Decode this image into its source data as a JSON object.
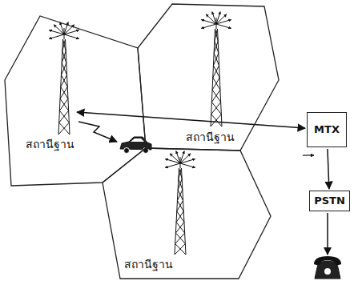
{
  "diagram": {
    "nodes": [
      {
        "text": [
          "สถานีฐาน"
        ]
      },
      {
        "text": [
          "สถานีฐาน"
        ]
      },
      {
        "text": [
          "สถานีฐาน"
        ]
      },
      {
        "text": [
          "MTX"
        ]
      },
      {
        "text": [
          "PSTN"
        ]
      }
    ],
    "edges": [
      {
        "from": 0,
        "to": 3,
        "arrow": "both"
      },
      {
        "from": 3,
        "to": 4,
        "arrow": "to"
      }
    ]
  }
}
